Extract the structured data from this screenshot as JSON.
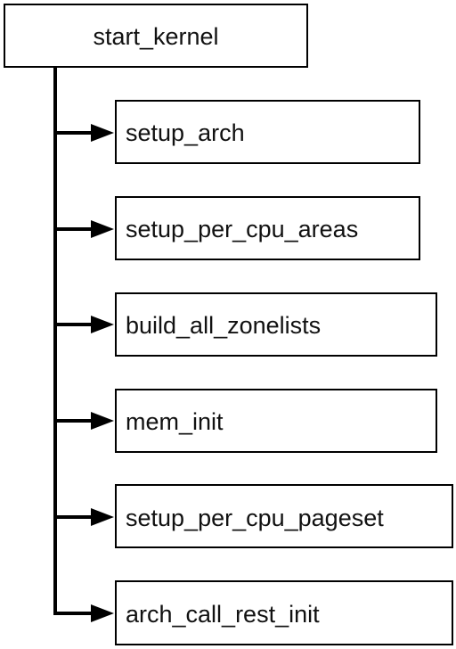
{
  "diagram": {
    "root": {
      "label": "start_kernel"
    },
    "children": [
      {
        "label": "setup_arch"
      },
      {
        "label": "setup_per_cpu_areas"
      },
      {
        "label": "build_all_zonelists"
      },
      {
        "label": "mem_init"
      },
      {
        "label": "setup_per_cpu_pageset"
      },
      {
        "label": "arch_call_rest_init"
      }
    ]
  }
}
